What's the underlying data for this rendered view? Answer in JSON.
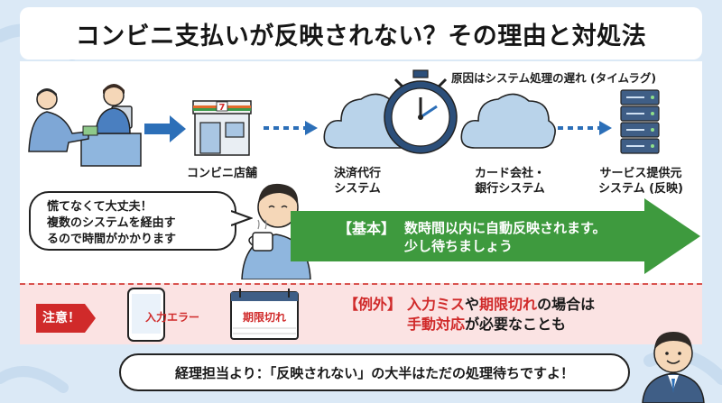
{
  "title": "コンビニ支払いが反映されない？その理由と対処法",
  "note": "原因はシステム処理の遅れ (タイムラグ)",
  "flow": {
    "store": "コンビニ店舗",
    "settlement_line1": "決済代行",
    "settlement_line2": "システム",
    "bank_line1": "カード会社・",
    "bank_line2": "銀行システム",
    "service_line1": "サービス提供元",
    "service_line2": "システム (反映)"
  },
  "bubble": {
    "line1": "慌てなくて大丈夫！",
    "line2": "複数のシステムを経由す",
    "line3": "るので時間がかかります"
  },
  "basic": {
    "tag": "【基本】",
    "line1": "数時間以内に自動反映されます。",
    "line2": "少し待ちましょう"
  },
  "exception": {
    "caution": "注意！",
    "phone_label": "入力エラー",
    "calendar_label": "期限切れ",
    "tag": "【例外】",
    "line1_a": "入力ミス",
    "line1_b": "や",
    "line1_c": "期限切れ",
    "line1_d": "の場合は",
    "line2_a": "手動対応",
    "line2_b": "が必要なことも"
  },
  "bottom": "経理担当より：「反映されない」の大半はただの処理待ちですよ！",
  "colors": {
    "accent_blue": "#2c6fb8",
    "green": "#3e9a3e",
    "red": "#d02a2a",
    "bg": "#dbe9f6"
  }
}
